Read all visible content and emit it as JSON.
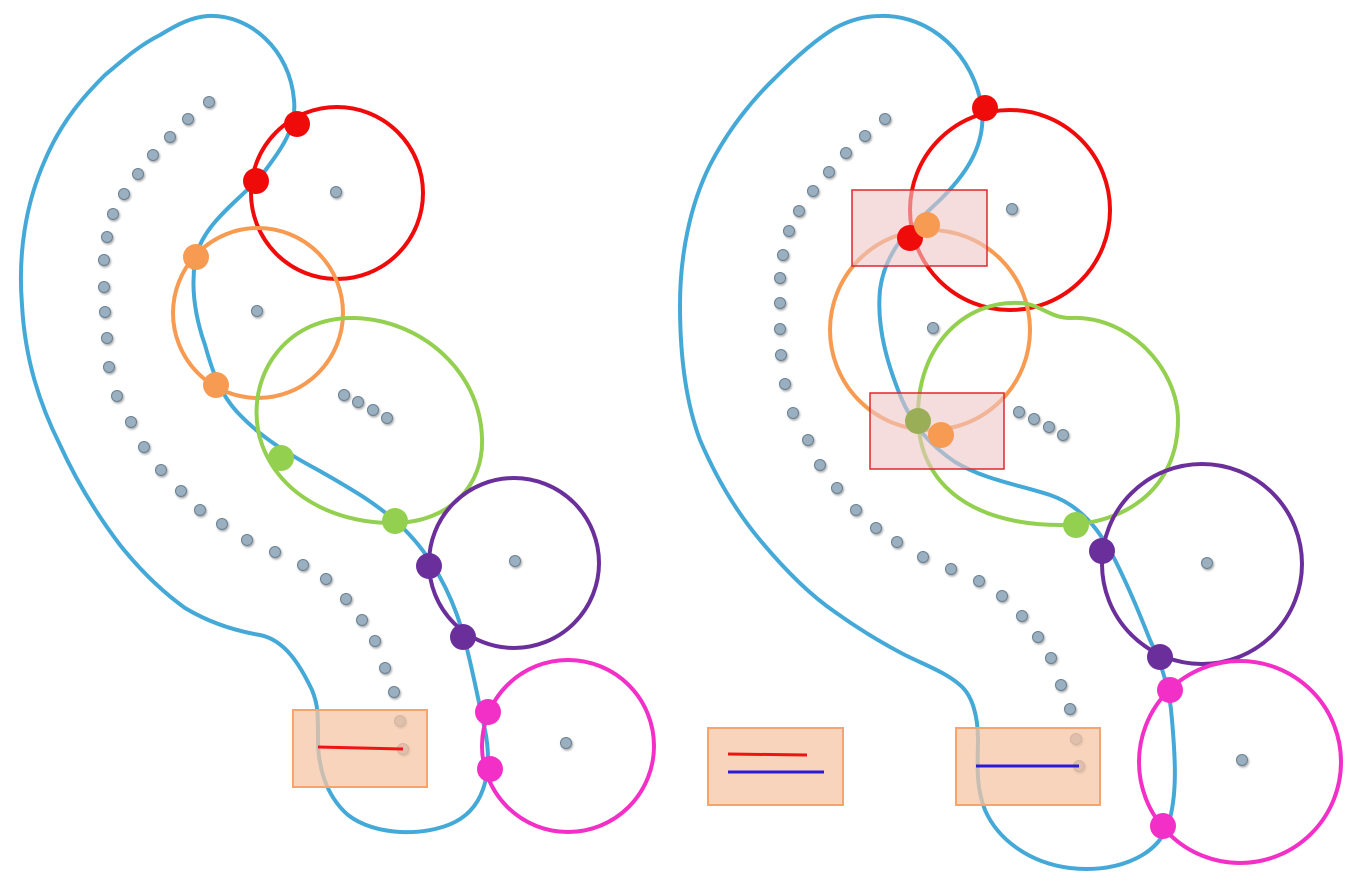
{
  "colors": {
    "boundary": "#45a9d8",
    "red": "#f00b0b",
    "orange": "#f79a52",
    "green": "#94d050",
    "purple": "#6b2f9c",
    "magenta": "#f230c8",
    "box_fill": "#f5c6a6",
    "box_stroke": "#f4a46c",
    "highlight_fill": "#efc7c7",
    "highlight_stroke": "#e0262f",
    "point_fill": "#9ab0c0",
    "point_stroke": "#6a7f90",
    "legend_red_line": "#ef1414",
    "legend_blue_line": "#2b1bd6"
  },
  "panels": [
    {
      "name": "left-panel",
      "circles": [
        "red",
        "orange",
        "green",
        "purple",
        "magenta"
      ],
      "has_highlight_boxes": false
    },
    {
      "name": "right-panel",
      "circles": [
        "red",
        "orange",
        "green",
        "purple",
        "magenta"
      ],
      "has_highlight_boxes": true
    }
  ],
  "legend": {
    "lines": [
      "red-line",
      "blue-line"
    ]
  }
}
